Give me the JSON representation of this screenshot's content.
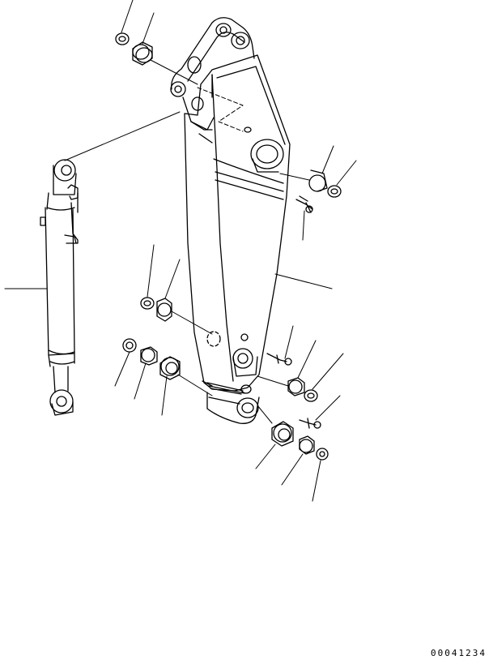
{
  "figure": {
    "reference_number": "00041234",
    "line_color": "#000000",
    "background_color": "#ffffff"
  },
  "parts": [
    {
      "icon": "arm-structure-drawing"
    },
    {
      "icon": "hydraulic-cylinder-drawing"
    },
    {
      "icon": "bushing-drawing"
    },
    {
      "icon": "shim-ring-drawing"
    },
    {
      "icon": "grease-fitting-drawing"
    }
  ]
}
